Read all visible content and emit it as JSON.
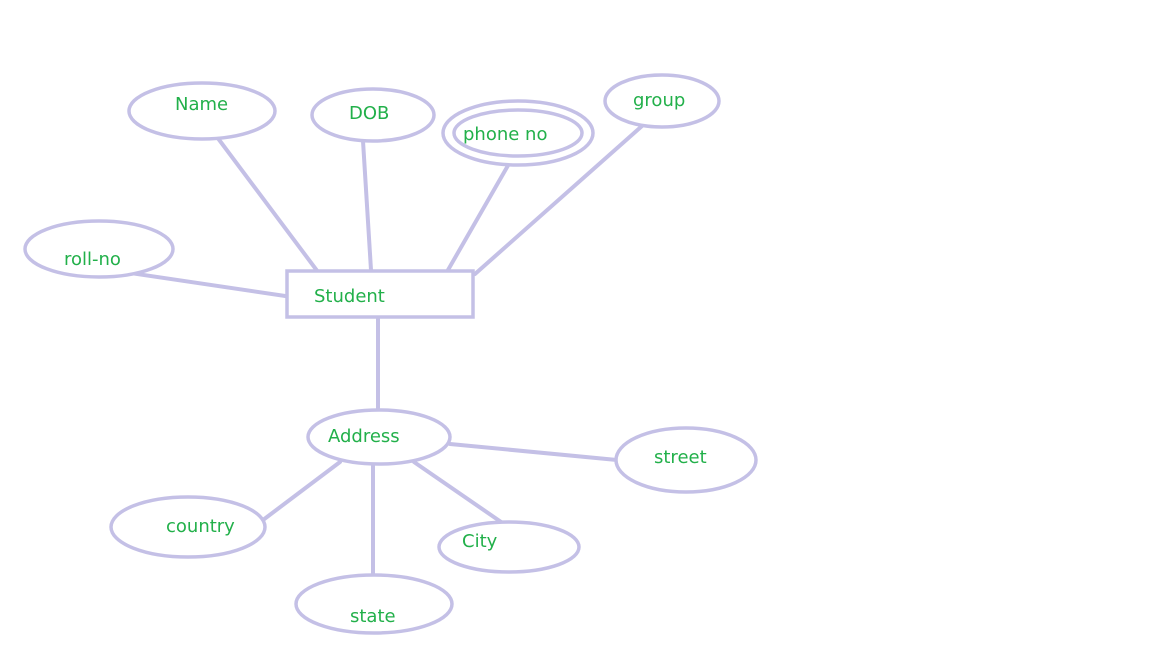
{
  "entity": {
    "label": "Student"
  },
  "attributes": {
    "name": "Name",
    "dob": "DOB",
    "phone": "phone no",
    "group": "group",
    "roll": "roll-no",
    "address": "Address",
    "street": "street",
    "country": "country",
    "city": "City",
    "state": "state"
  },
  "colors": {
    "shape_stroke": "#c4c0e6",
    "label_text": "#22b04a",
    "background": "#ffffff"
  }
}
